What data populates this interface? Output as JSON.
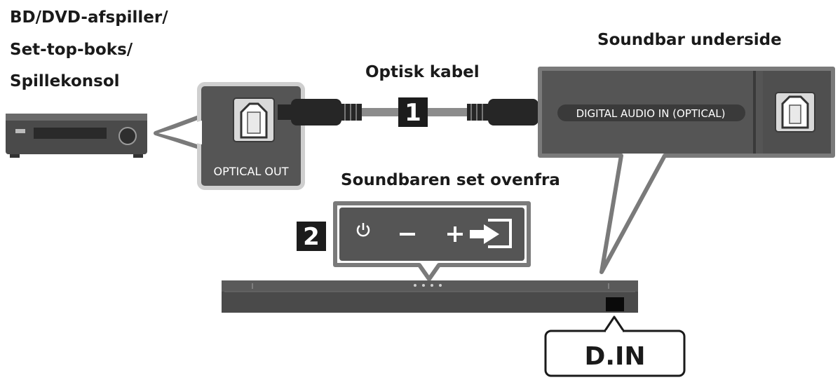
{
  "source_labels": [
    "BD/DVD-afspiller/",
    "Set-top-boks/",
    "Spillekonsol"
  ],
  "cable_label": "Optisk kabel",
  "soundbar_bottom_label": "Soundbar underside",
  "soundbar_top_label": "Soundbaren set ovenfra",
  "optical_out_label": "OPTICAL OUT",
  "digital_in_label": "DIGITAL AUDIO IN (OPTICAL)",
  "step_markers": [
    "1",
    "2"
  ],
  "dinput_label": "D.IN",
  "control_icons": [
    "power-icon",
    "volume-down-icon",
    "volume-up-icon",
    "source-input-icon"
  ],
  "colors": {
    "panel_dark": "#555555",
    "panel_light": "#cfcfcf",
    "cable": "#8c8c8c",
    "plug": "#262626",
    "marker_bg": "#1c1c1c",
    "soundbar": "#4a4a4a"
  }
}
